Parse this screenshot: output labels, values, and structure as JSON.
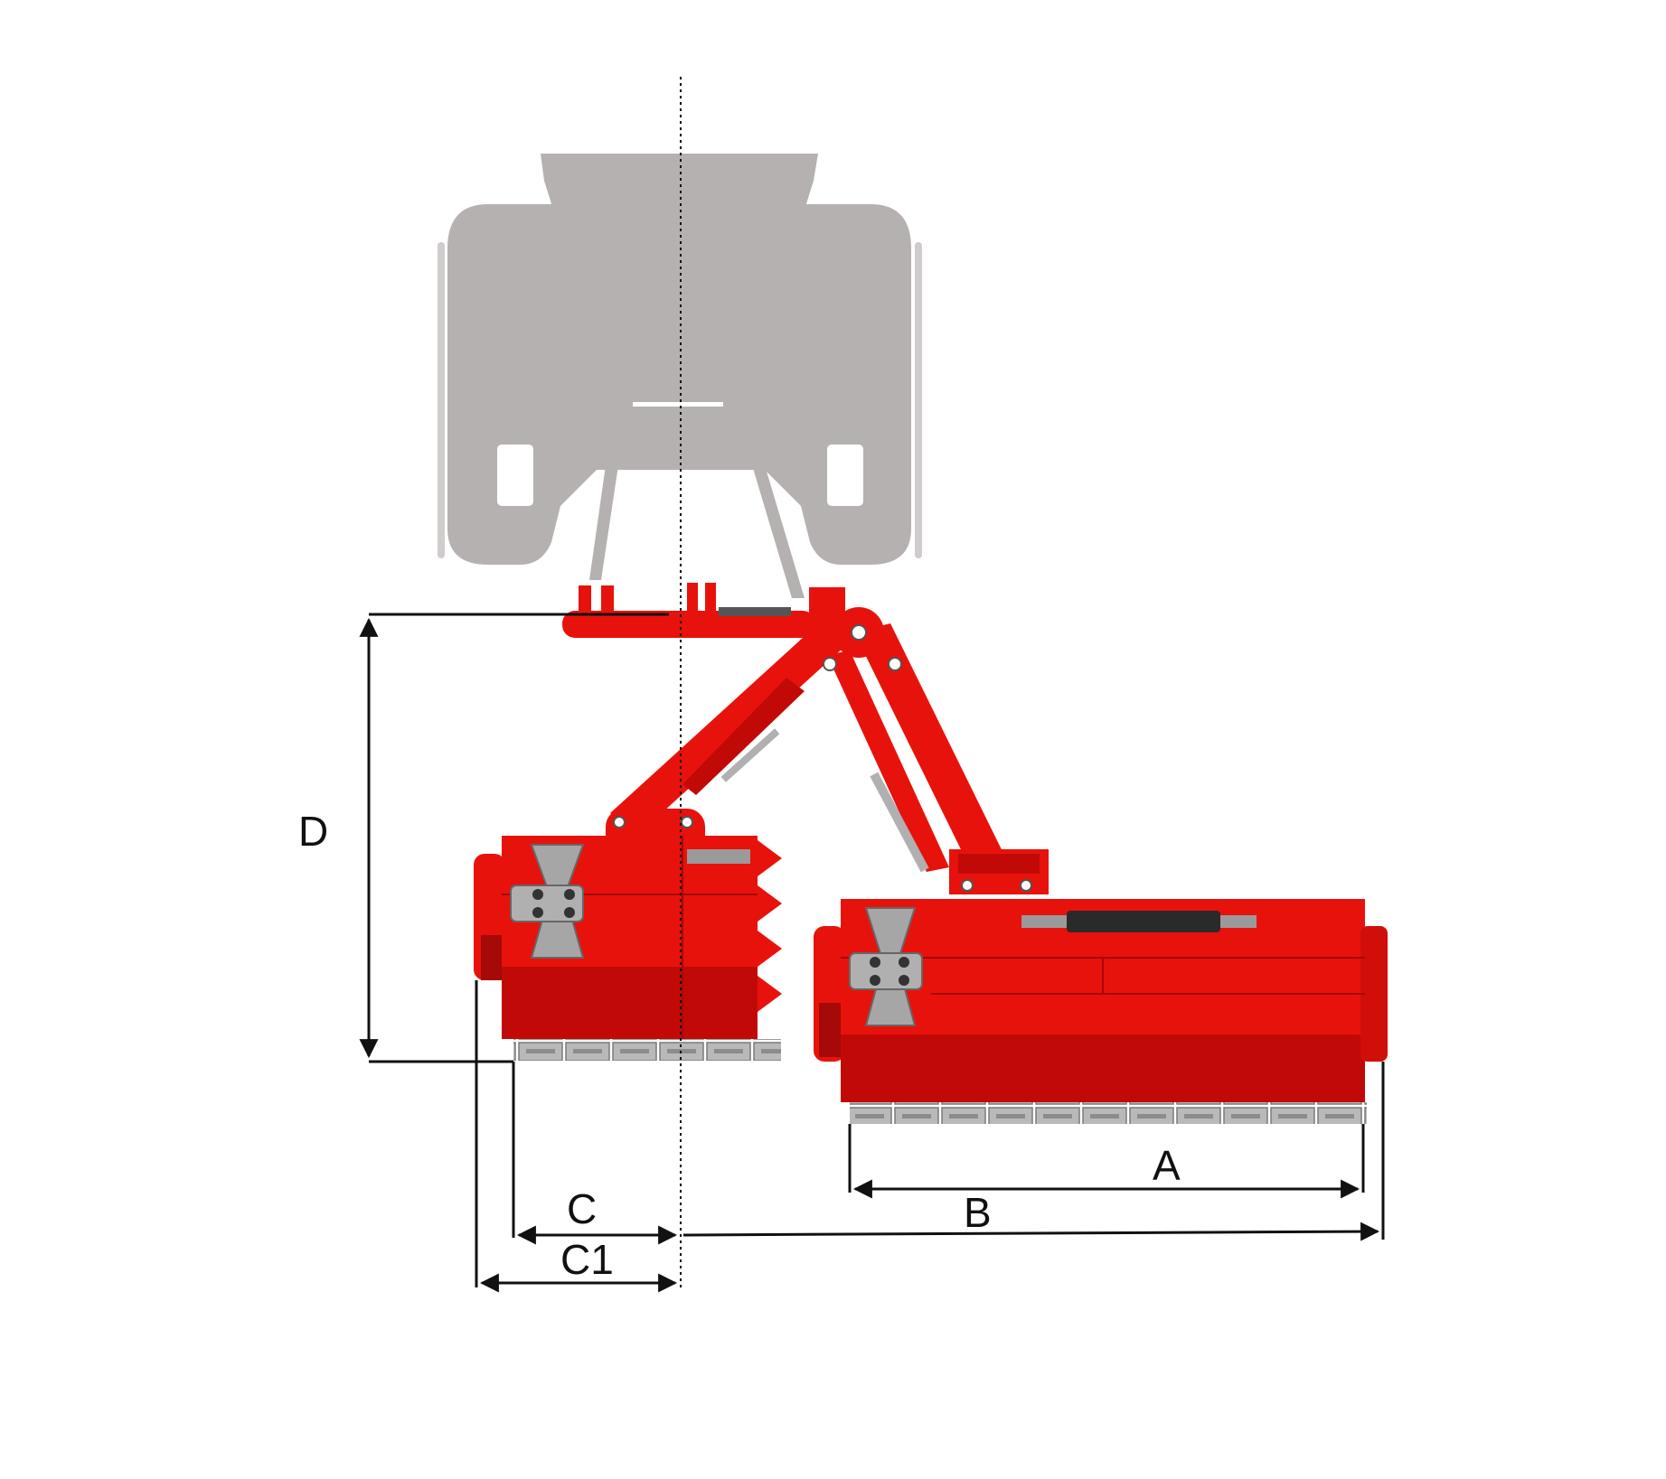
{
  "colors": {
    "tractor": "#b5b1b0",
    "mower_red": "#e8120c",
    "mower_dark": "#c10a08",
    "steel": "#9a9a9a",
    "dimension_line": "#111111"
  },
  "dimensions": {
    "A": "A",
    "B": "B",
    "C": "C",
    "C1": "C1",
    "D": "D"
  }
}
